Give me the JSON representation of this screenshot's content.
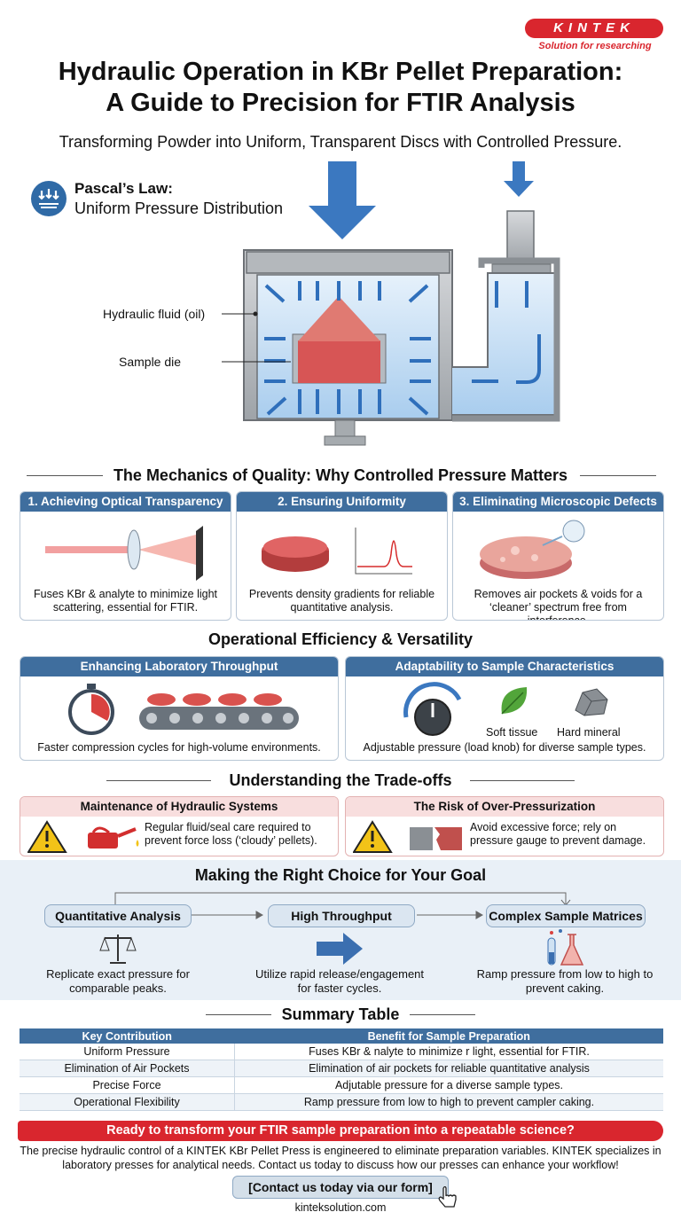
{
  "header": {
    "logo": "KINTEK",
    "logo_tagline": "Solution for researching",
    "title_line1": "Hydraulic Operation in KBr Pellet Preparation:",
    "title_line2": "A Guide to Precision for FTIR Analysis",
    "subtitle": "Transforming Powder into Uniform, Transparent Discs with Controlled Pressure."
  },
  "diagram": {
    "pascal_title": "Pascal’s Law:",
    "pascal_subtitle": "Uniform Pressure Distribution",
    "label_fluid": "Hydraulic fluid (oil)",
    "label_die": "Sample die"
  },
  "mechanics": {
    "heading": "The Mechanics of Quality: Why Controlled Pressure Matters",
    "cards": [
      {
        "title": "1. Achieving Optical Transparency",
        "text": "Fuses KBr & analyte to minimize light scattering, essential for FTIR."
      },
      {
        "title": "2. Ensuring Uniformity",
        "text": "Prevents density gradients for reliable quantitative analysis."
      },
      {
        "title": "3. Eliminating Microscopic Defects",
        "text": "Removes air pockets & voids for a ‘cleaner’ spectrum free from interference."
      }
    ]
  },
  "efficiency": {
    "heading": "Operational Efficiency & Versatility",
    "cards": [
      {
        "title": "Enhancing Laboratory Throughput",
        "text": "Faster compression cycles for high-volume environments."
      },
      {
        "title": "Adaptability to Sample Characteristics",
        "text": "Adjustable pressure (load knob) for diverse sample types.",
        "label_soft": "Soft tissue",
        "label_hard": "Hard mineral"
      }
    ]
  },
  "tradeoffs": {
    "heading": "Understanding the Trade-offs",
    "cards": [
      {
        "title": "Maintenance of Hydraulic Systems",
        "text": "Regular fluid/seal care required to prevent force loss (‘cloudy’ pellets)."
      },
      {
        "title": "The Risk of Over-Pressurization",
        "text": "Avoid excessive force; rely on pressure gauge to prevent damage."
      }
    ]
  },
  "choice": {
    "heading": "Making the Right Choice for Your Goal",
    "items": [
      {
        "label": "Quantitative Analysis",
        "text": "Replicate exact pressure for comparable peaks."
      },
      {
        "label": "High Throughput",
        "text": "Utilize rapid release/engagement for faster cycles."
      },
      {
        "label": "Complex Sample Matrices",
        "text": "Ramp pressure from low to high to prevent caking."
      }
    ]
  },
  "summary": {
    "heading": "Summary Table",
    "columns": [
      "Key Contribution",
      "Benefit for Sample Preparation"
    ],
    "rows": [
      [
        "Uniform Pressure",
        "Fuses KBr & nalyte to minimize r light, essential for FTIR."
      ],
      [
        "Elimination of Air Pockets",
        "Elimination of air pockets for reliable quantitative analysis"
      ],
      [
        "Precise Force",
        "Adjutable pressure for a diverse sample types."
      ],
      [
        "Operational Flexibility",
        "Ramp pressure from low to high to prevent campler caking."
      ]
    ]
  },
  "cta": {
    "banner": "Ready to transform your FTIR sample preparation into a repeatable science?",
    "text": "The precise hydraulic control of a KINTEK KBr Pellet Press is engineered to eliminate preparation variables. KINTEK specializes in laboratory presses for analytical needs. Contact us today to discuss how our presses can enhance your workflow!",
    "button": "[Contact us today via our form]",
    "website": "kinteksolution.com"
  }
}
